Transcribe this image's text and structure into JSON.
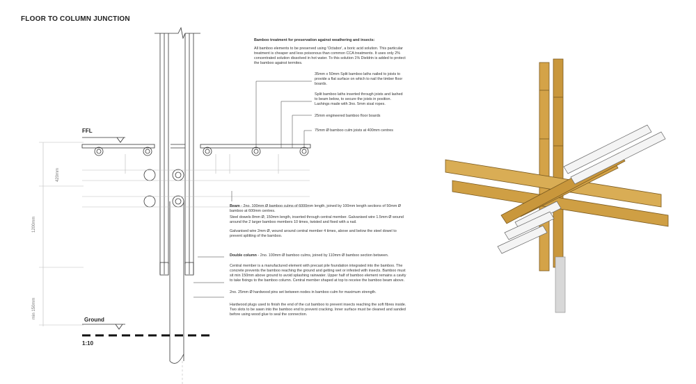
{
  "title": "FLOOR TO COLUMN JUNCTION",
  "labels": {
    "ffl": "FFL",
    "ground": "Ground",
    "scale": "1:10"
  },
  "dimensions": {
    "d420": "420mm",
    "d1200": "1200mm",
    "d150": "min 150mm"
  },
  "notes": {
    "treatment_heading": "Bamboo treatment for preservation against weathering and insects:",
    "treatment_body": "All bamboo elements to be preserved using 'Octabor', a boric acid solution.  This particular treatment is cheaper and less poisonous than common CCA treatments.  It uses only 2% concentrated solution dissolved in hot water.  To this solution 1% Dieldrin is added to protect the bamboo against termites.",
    "laths": "35mm x 50mm Split bamboo laths nailed to joists to provide a flat surface on which to nail the timber floor boards.",
    "split_laths": "Split bamboo laths inserted through joists and lashed to beam below, to secure the joists in position.  Lashings made with 3no. 5mm sisal ropes.",
    "floor_boards": "25mm engineered bamboo floor boards",
    "joists": "75mm Ø bamboo culm joists at 400mm centres",
    "beam_label": "Beam",
    "beam_body": " - 2no. 100mm Ø bamboo culms of 6000mm length, joined by 100mm length sections of 50mm Ø bamboo at 600mm centres.",
    "steel_dowels": "Steel dowels 8mm Ø, 150mm length, inserted through central member.  Galvanised wire 1.5mm Ø wound around the 2 larger bamboo members 10 times, twisted and fixed with a nail.",
    "galvanised": "Galvanised wire 2mm Ø, wound around central member 4 times, above and below the steel dowel to prevent splitting of the bamboo.",
    "column_label": "Double column",
    "column_body": " - 2no. 100mm Ø bamboo culms, joined by 110mm Ø bamboo section between.",
    "central_member": "Central member is a manufactured element with precast pile foundation integrated into the bamboo.  The concrete prevents the bamboo reaching the ground and getting wet or infested with insects.  Bamboo must sit min 150mm above ground to avoid splashing rainwater.  Upper half of bamboo element remains a cavity to take fixings to the bamboo column.  Central member shaped at top to receive the bamboo beam above.",
    "pins": "2no. 25mm Ø hardwood pins set between nodes in bamboo culm for maximum strength.",
    "plugs": "Hardwood plugs used to finish the end of the cut bamboo to prevent insects reaching the soft fibres inside.  Two slots to be sawn into the bamboo end to prevent cracking.  Inner surface must be cleaned and sanded before using wood glue to seal the connection."
  }
}
